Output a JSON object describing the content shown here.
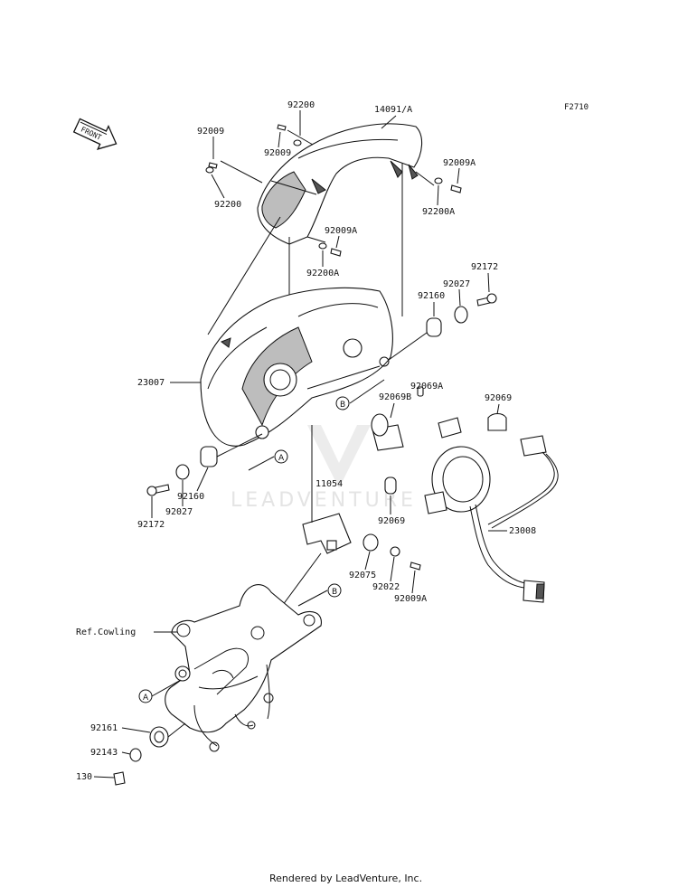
{
  "figure_code": "F2710",
  "front_label": "FRONT",
  "watermark": "LEADVENTURE",
  "footer": "Rendered by LeadVenture, Inc.",
  "part_labels": {
    "p92200_top": "92200",
    "p14091A": "14091/A",
    "p92009_left": "92009",
    "p92009_mid": "92009",
    "p92200_left": "92200",
    "p92009A_right": "92009A",
    "p92200A_right": "92200A",
    "p92009A_center": "92009A",
    "p92200A_center": "92200A",
    "p92172_right": "92172",
    "p92027_right": "92027",
    "p92160_right": "92160",
    "p23007": "23007",
    "p92069A": "92069A",
    "p92069B": "92069B",
    "p92069_right": "92069",
    "p11054": "11054",
    "p92069_mid": "92069",
    "p23008": "23008",
    "p92075": "92075",
    "p92022": "92022",
    "p92009A_bottom": "92009A",
    "p92160_left": "92160",
    "p92027_left": "92027",
    "p92172_left": "92172",
    "ref_cowling": "Ref.Cowling",
    "p92161": "92161",
    "p92143": "92143",
    "p130": "130"
  },
  "ref_markers": {
    "a_upper": "A",
    "b_upper": "B",
    "b_lower": "B",
    "a_lower": "A"
  },
  "icons": [
    "front-arrow-icon",
    "watermark-logo-icon"
  ]
}
